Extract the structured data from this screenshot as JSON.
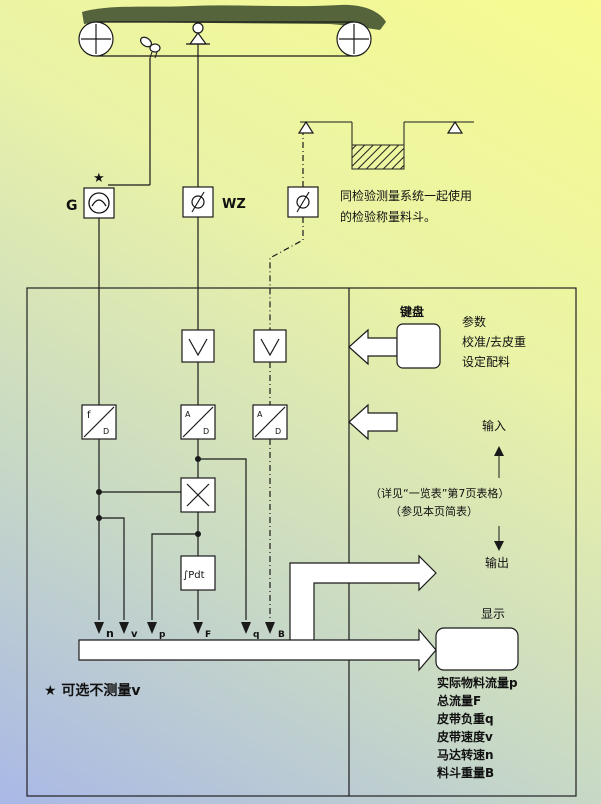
{
  "labels": {
    "g": "G",
    "star_marker": "★",
    "wz": "WZ",
    "hopper_note_line1": "同检验测量系统一起使用",
    "hopper_note_line2": "的检验称量料斗。",
    "keyboard": "键盘",
    "params_line1": "参数",
    "params_line2": "校准/去皮重",
    "params_line3": "设定配料",
    "input": "输入",
    "ref_line1": "（详见“一览表”第7页表格）",
    "ref_line2": "（参见本页简表）",
    "output": "输出",
    "display": "显示",
    "display_items": [
      "实际物料流量p",
      "总流量F",
      "皮带负重q",
      "皮带速度v",
      "马达转速n",
      "料斗重量B"
    ],
    "optional_note": "★  可选不测量v",
    "freq_top": "f",
    "freq_bottom": "D",
    "ad_top": "A",
    "ad_bottom": "D",
    "integral": "∫Pdt"
  },
  "bus_signals": [
    "n",
    "v",
    "p",
    "F",
    "q",
    "B"
  ]
}
